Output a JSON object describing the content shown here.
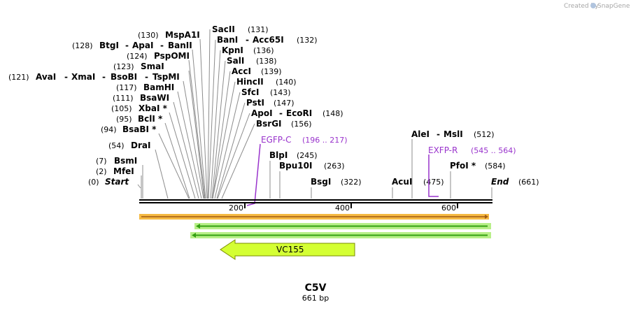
{
  "credit": {
    "text": "Created by",
    "brand": "SnapGene"
  },
  "map": {
    "name": "C5V",
    "length_label": "661 bp",
    "start_label": "Start",
    "end_label": "End",
    "start_pos": "(0)",
    "end_pos": "(661)",
    "ticks": [
      "200",
      "400",
      "600"
    ]
  },
  "enzymes": [
    {
      "pos": "(2)",
      "name": "MfeI"
    },
    {
      "pos": "(7)",
      "name": "BsmI"
    },
    {
      "pos": "(54)",
      "name": "DraI"
    },
    {
      "pos": "(94)",
      "name": "BsaBI *"
    },
    {
      "pos": "(95)",
      "name": "BclI *"
    },
    {
      "pos": "(105)",
      "name": "XbaI *"
    },
    {
      "pos": "(111)",
      "name": "BsaWI"
    },
    {
      "pos": "(117)",
      "name": "BamHI"
    },
    {
      "pos": "(121)",
      "names": [
        "AvaI",
        "XmaI",
        "BsoBI",
        "TspMI"
      ]
    },
    {
      "pos": "(123)",
      "name": "SmaI"
    },
    {
      "pos": "(124)",
      "name": "PspOMI"
    },
    {
      "pos": "(128)",
      "names": [
        "BtgI",
        "ApaI",
        "BanII"
      ]
    },
    {
      "pos": "(130)",
      "name": "MspA1I"
    },
    {
      "pos": "(131)",
      "name": "SacII"
    },
    {
      "pos": "(132)",
      "names": [
        "BanI",
        "Acc65I"
      ]
    },
    {
      "pos": "(136)",
      "name": "KpnI"
    },
    {
      "pos": "(138)",
      "name": "SalI"
    },
    {
      "pos": "(139)",
      "name": "AccI"
    },
    {
      "pos": "(140)",
      "name": "HincII"
    },
    {
      "pos": "(143)",
      "name": "SfcI"
    },
    {
      "pos": "(147)",
      "name": "PstI"
    },
    {
      "pos": "(148)",
      "names": [
        "ApoI",
        "EcoRI"
      ]
    },
    {
      "pos": "(156)",
      "name": "BsrGI"
    },
    {
      "pos": "(245)",
      "name": "BlpI"
    },
    {
      "pos": "(263)",
      "name": "Bpu10I"
    },
    {
      "pos": "(322)",
      "name": "BsgI"
    },
    {
      "pos": "(475)",
      "name": "AcuI"
    },
    {
      "pos": "(512)",
      "names": [
        "AleI",
        "MslI"
      ]
    },
    {
      "pos": "(584)",
      "name": "PfoI *"
    }
  ],
  "primers": [
    {
      "name": "EGFP-C",
      "range": "(196 .. 217)"
    },
    {
      "name": "EXFP-R",
      "range": "(545 .. 564)"
    }
  ],
  "features": [
    {
      "name": "VC155",
      "color": "#d4ff33"
    }
  ],
  "colors": {
    "orange_feature": "#f5b942",
    "green_feature": "#33a012",
    "green_fill": "#b8ef88",
    "primer": "#9933cc",
    "backbone": "#000000"
  }
}
